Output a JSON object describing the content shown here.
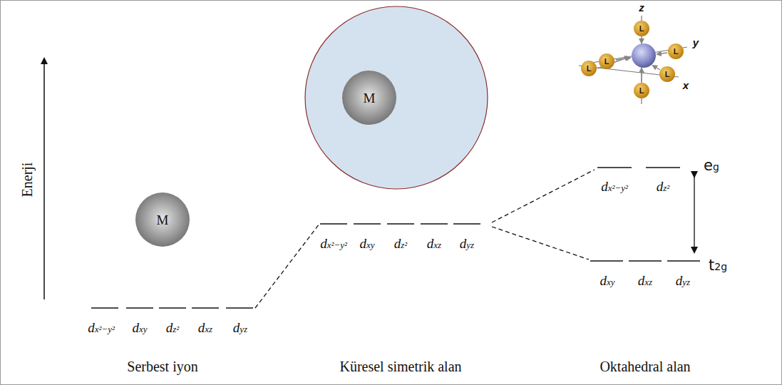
{
  "diagram": {
    "nodes": [
      {
        "text": [
          "M"
        ]
      },
      {
        "text": [
          "M"
        ]
      },
      {
        "text": [
          "L"
        ]
      },
      {
        "text": [
          "L"
        ]
      },
      {
        "text": [
          "L"
        ]
      },
      {
        "text": [
          "L"
        ]
      },
      {
        "text": [
          "L"
        ]
      },
      {
        "text": [
          "L"
        ]
      }
    ],
    "labels": [
      "Enerji",
      "dx²−y²",
      "dxy",
      "dz²",
      "dxz",
      "dyz",
      "Serbest iyon",
      "dx²−y²",
      "dxy",
      "dz²",
      "dxz",
      "dyz",
      "Küresel simetrik alan",
      "z",
      "y",
      "x",
      "dx²−y²",
      "dz²",
      "eg",
      "dxy",
      "dxz",
      "dyz",
      "t2g",
      "Oktahedral alan"
    ]
  }
}
